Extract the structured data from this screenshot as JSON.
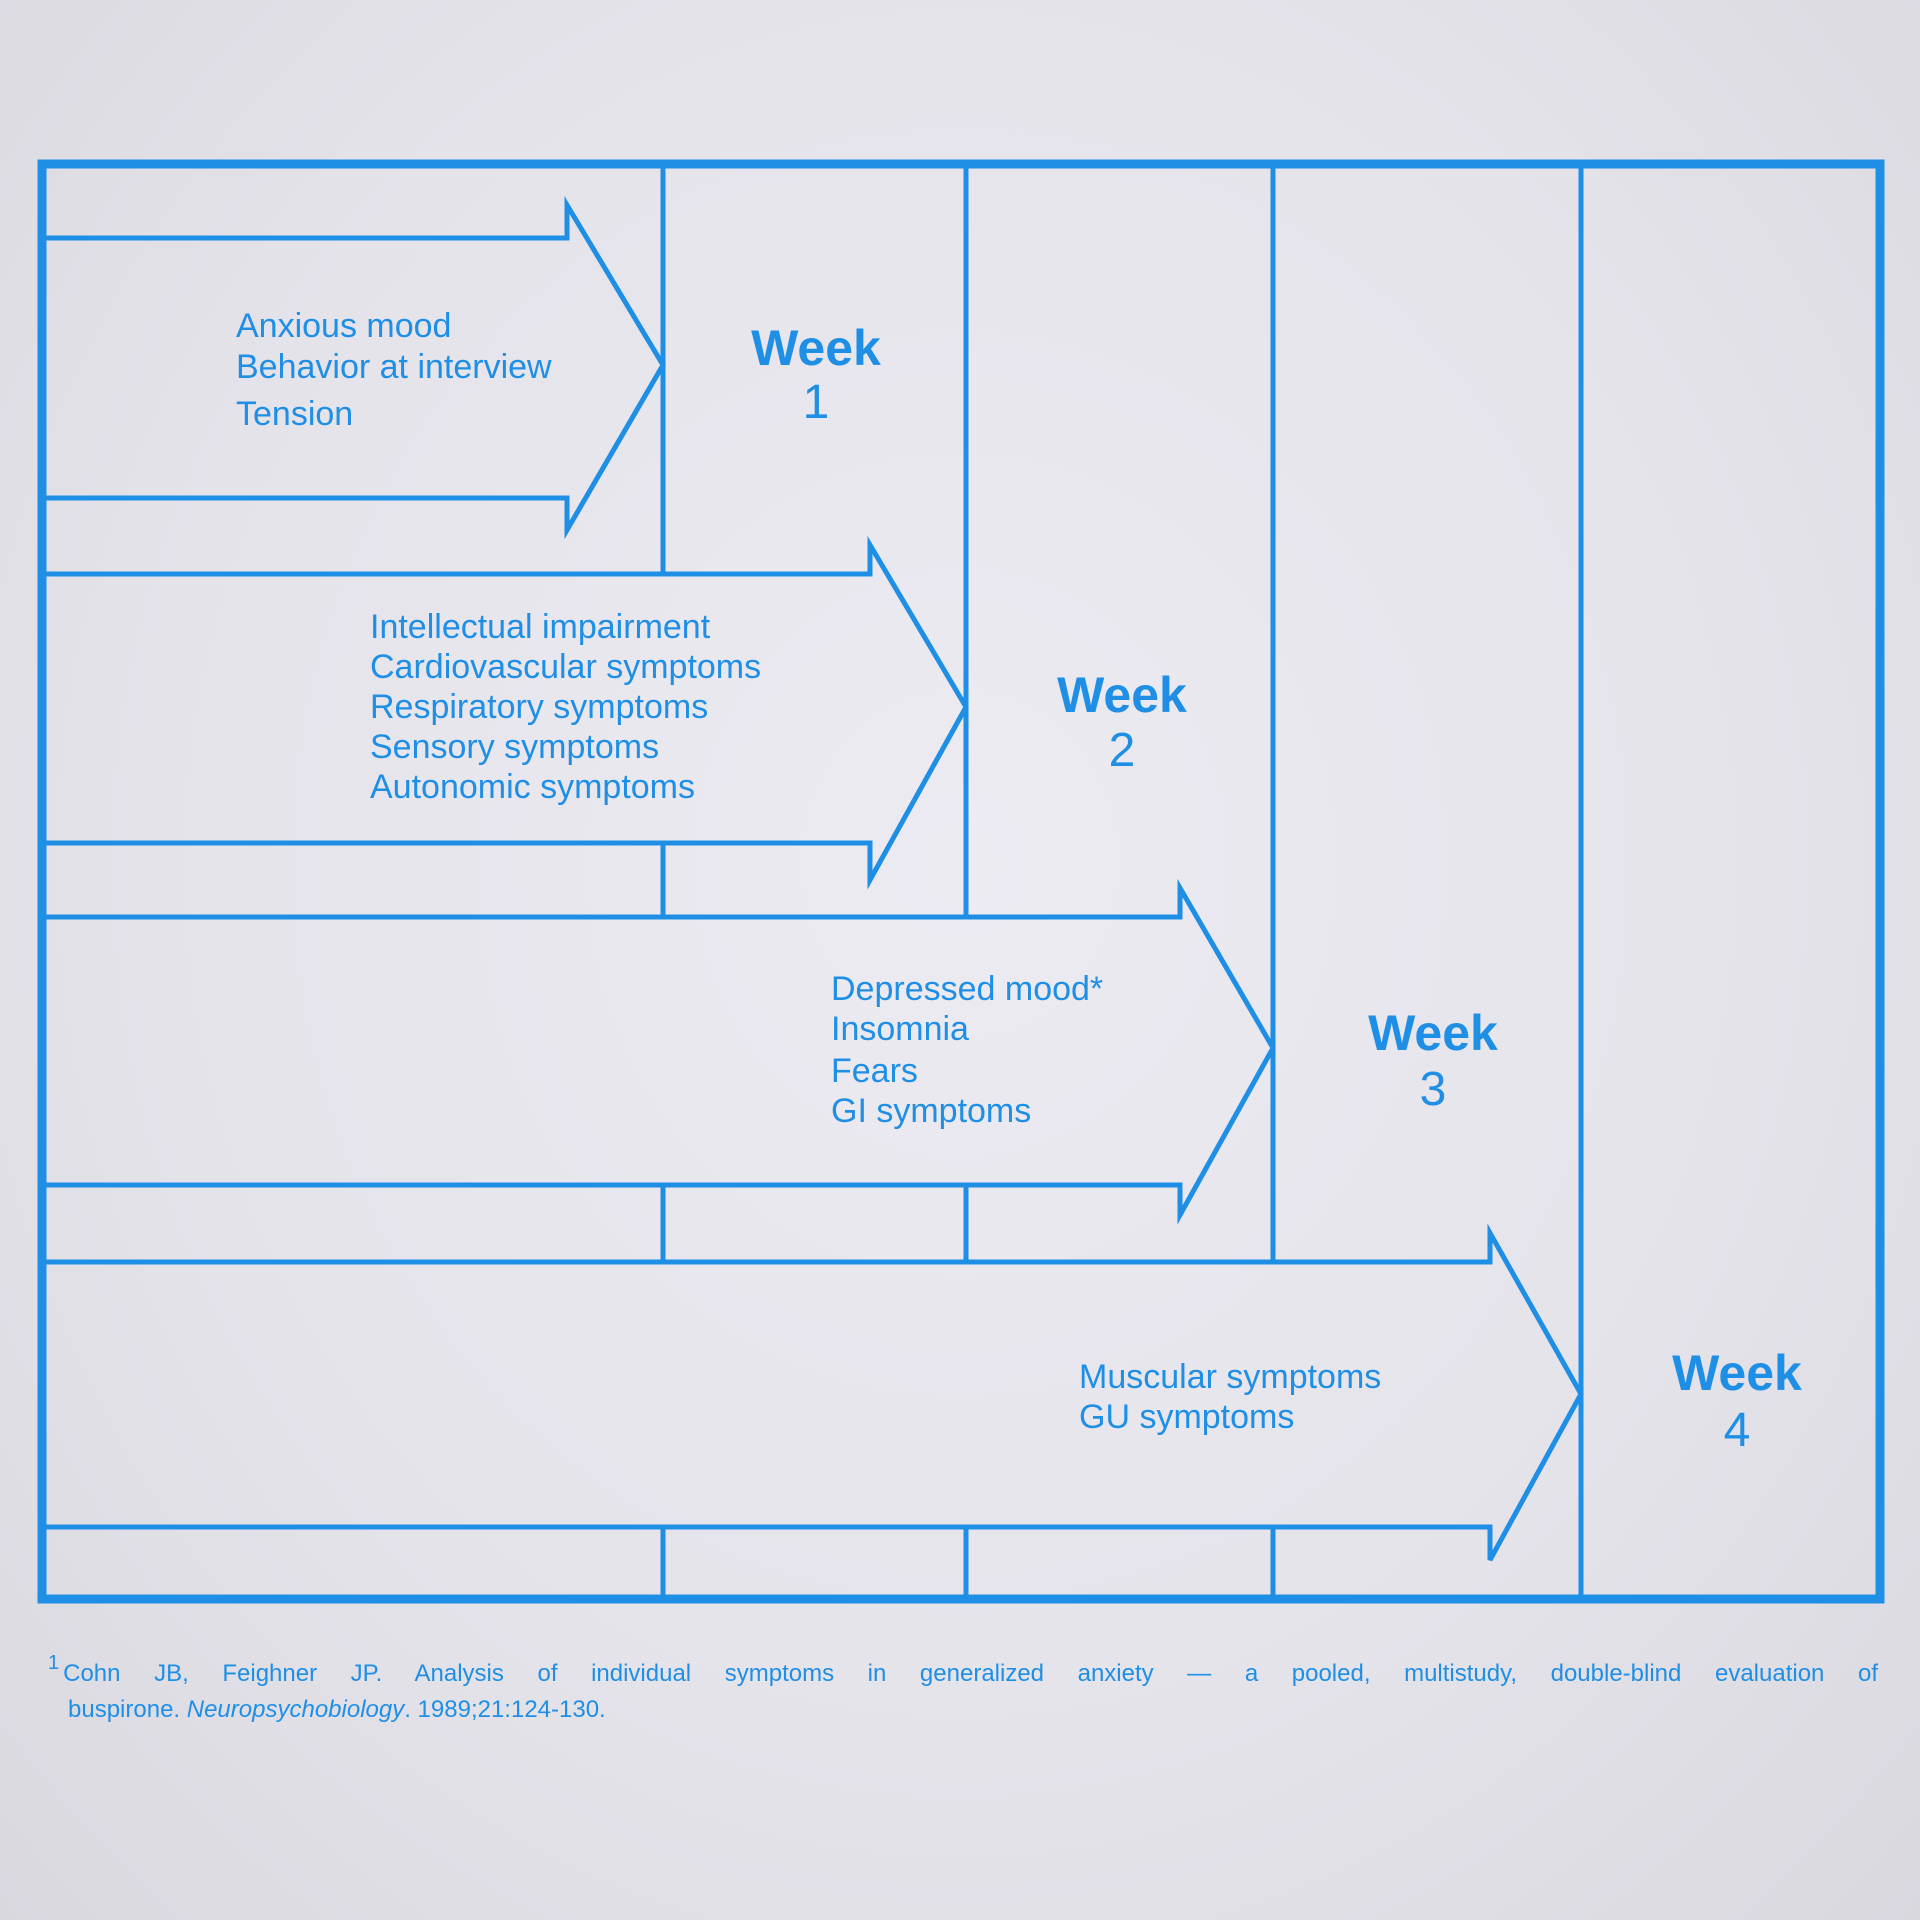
{
  "weeks": [
    {
      "label": "Week",
      "number": "1"
    },
    {
      "label": "Week",
      "number": "2"
    },
    {
      "label": "Week",
      "number": "3"
    },
    {
      "label": "Week",
      "number": "4"
    }
  ],
  "arrows": [
    {
      "week": 1,
      "items": [
        "Anxious mood",
        "Behavior at interview",
        "Tension"
      ]
    },
    {
      "week": 2,
      "items": [
        "Intellectual impairment",
        "Cardiovascular symptoms",
        "Respiratory symptoms",
        "Sensory symptoms",
        "Autonomic symptoms"
      ]
    },
    {
      "week": 3,
      "items": [
        "Depressed mood*",
        "Insomnia",
        "Fears",
        "GI symptoms"
      ]
    },
    {
      "week": 4,
      "items": [
        "Muscular symptoms",
        "GU symptoms"
      ]
    }
  ],
  "footnote": {
    "marker": "1",
    "text_before": "Cohn JB, Feighner JP. Analysis of individual symptoms in generalized anxiety — a pooled, multistudy, double-blind evaluation of",
    "text_line2_start": "buspirone. ",
    "journal": "Neuropsychobiology",
    "text_after": ". 1989;21:124-130."
  },
  "colors": {
    "ink": "#1f8fe6",
    "paper": "#e8e7ee"
  }
}
